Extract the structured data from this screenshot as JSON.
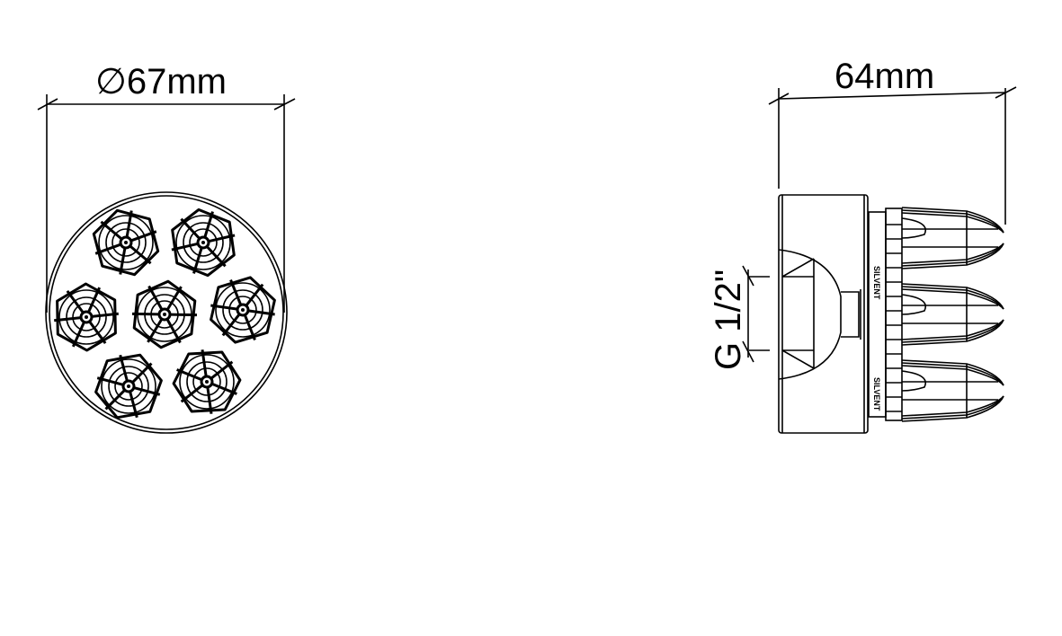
{
  "drawing": {
    "front_view": {
      "diameter_label": "∅67mm",
      "nozzle_count": 7
    },
    "side_view": {
      "length_label": "64mm",
      "thread_label": "G 1/2\"",
      "brand_marks": [
        "SILVENT",
        "SILVENT"
      ],
      "nozzle_rows_visible": 3
    },
    "colors": {
      "line": "#000000",
      "background": "#ffffff"
    }
  }
}
